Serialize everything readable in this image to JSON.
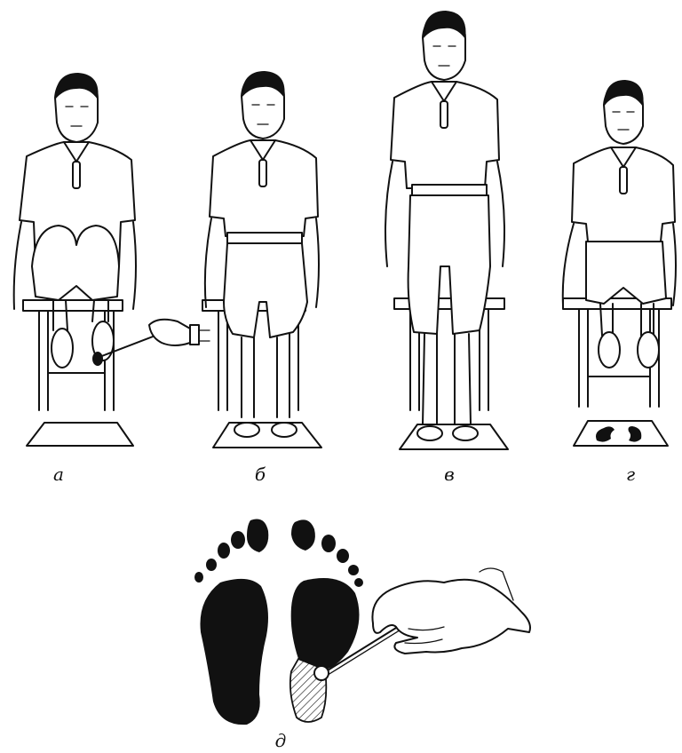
{
  "figure": {
    "panels": [
      {
        "id": "a",
        "label": "а",
        "pose": "sitting-knees-raised",
        "action": "paint-applied-to-sole"
      },
      {
        "id": "b",
        "label": "б",
        "pose": "sitting-feet-on-paper",
        "action": "feet-placed-on-sheet"
      },
      {
        "id": "v",
        "label": "в",
        "pose": "standing-on-paper",
        "action": "weight-on-feet"
      },
      {
        "id": "g",
        "label": "г",
        "pose": "sitting-feet-lifted",
        "action": "footprints-left-on-sheet"
      }
    ],
    "detail": {
      "id": "d",
      "label": "д",
      "content": "plantogram-footprints-with-pointer"
    }
  },
  "colors": {
    "ink": "#111111",
    "paper": "#ffffff"
  }
}
